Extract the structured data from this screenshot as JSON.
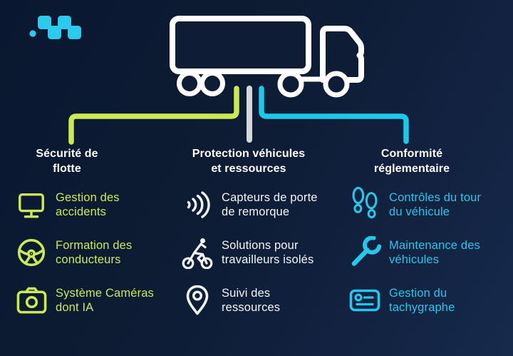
{
  "logo": {
    "name": "webfleet-logo",
    "color": "#2bcbee"
  },
  "truck": {
    "name": "truck-illustration",
    "color": "#ffffff",
    "body_fill": "#0e1c35"
  },
  "connectors": [
    {
      "name": "fleet-safety-connector",
      "color": "#cbe957"
    },
    {
      "name": "vehicle-protection-connector",
      "color": "#d6d9db"
    },
    {
      "name": "regulatory-compliance-connector",
      "color": "#1ec8e8"
    }
  ],
  "columns": [
    {
      "id": "fleet-safety",
      "accent": "#cbe957",
      "heading": "Sécurité de\nflotte",
      "items": [
        {
          "icon": "monitor-icon",
          "label": "Gestion des\naccidents"
        },
        {
          "icon": "steering-wheel-icon",
          "label": "Formation des\nconducteurs"
        },
        {
          "icon": "camera-icon",
          "label": "Système Caméras\ndont IA"
        }
      ]
    },
    {
      "id": "vehicle-protection",
      "accent": "#f2f5f7",
      "heading": "Protection véhicules\net ressources",
      "items": [
        {
          "icon": "sensor-waves-icon",
          "label": "Capteurs de porte\nde remorque"
        },
        {
          "icon": "cyclist-icon",
          "label": "Solutions pour\ntravailleurs isolés"
        },
        {
          "icon": "location-pin-icon",
          "label": "Suivi des\nressources"
        }
      ]
    },
    {
      "id": "regulatory-compliance",
      "accent": "#27c6ea",
      "heading": "Conformité\nréglementaire",
      "items": [
        {
          "icon": "footprints-icon",
          "label": "Contrôles du tour\ndu véhicule"
        },
        {
          "icon": "wrench-icon",
          "label": "Maintenance des\nvéhicules"
        },
        {
          "icon": "tachograph-icon",
          "label": "Gestion du\ntachygraphe"
        }
      ]
    }
  ]
}
